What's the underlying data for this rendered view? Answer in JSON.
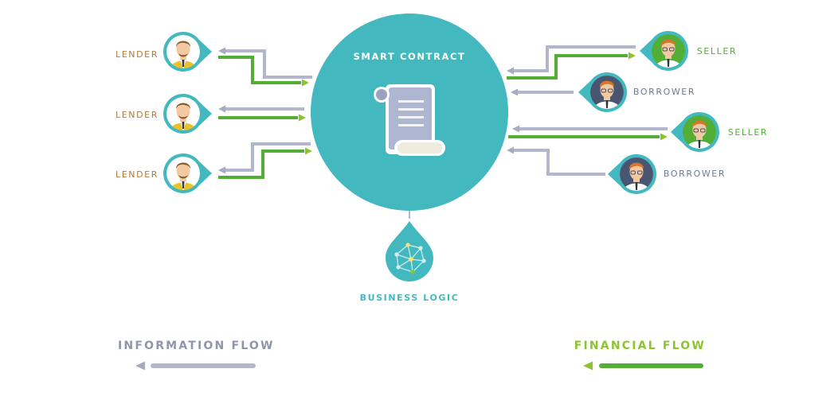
{
  "colors": {
    "teal": "#43B9BF",
    "teal_light": "#6FCFD2",
    "info_flow": "#B2B7CE",
    "financial_flow": "#53AE35",
    "arrow_head_info": "#A6ABBE",
    "arrow_head_fin": "#8BC52E",
    "lender_text": "#B07A3C",
    "seller_text": "#53AE35",
    "borrower_text": "#6E7A99",
    "info_title": "#8E96AC",
    "fin_title": "#8BC52E",
    "doc_paper": "#AFB6D1",
    "doc_roll": "#EFEBDF"
  },
  "center": {
    "title": "SMART CONTRACT",
    "icon": "contract-scroll-icon"
  },
  "business_logic": {
    "label": "BUSINESS LOGIC",
    "icon": "network-nodes-icon"
  },
  "lenders": [
    {
      "label": "LENDER",
      "icon": "lender-avatar-icon"
    },
    {
      "label": "LENDER",
      "icon": "lender-avatar-icon"
    },
    {
      "label": "LENDER",
      "icon": "lender-avatar-icon"
    }
  ],
  "right_parties": [
    {
      "label": "SELLER",
      "role": "seller",
      "icon": "seller-avatar-icon"
    },
    {
      "label": "BORROWER",
      "role": "borrower",
      "icon": "borrower-avatar-icon"
    },
    {
      "label": "SELLER",
      "role": "seller",
      "icon": "seller-avatar-icon"
    },
    {
      "label": "BORROWER",
      "role": "borrower",
      "icon": "borrower-avatar-icon"
    }
  ],
  "legend": {
    "information_flow": "INFORMATION FLOW",
    "financial_flow": "FINANCIAL FLOW"
  }
}
